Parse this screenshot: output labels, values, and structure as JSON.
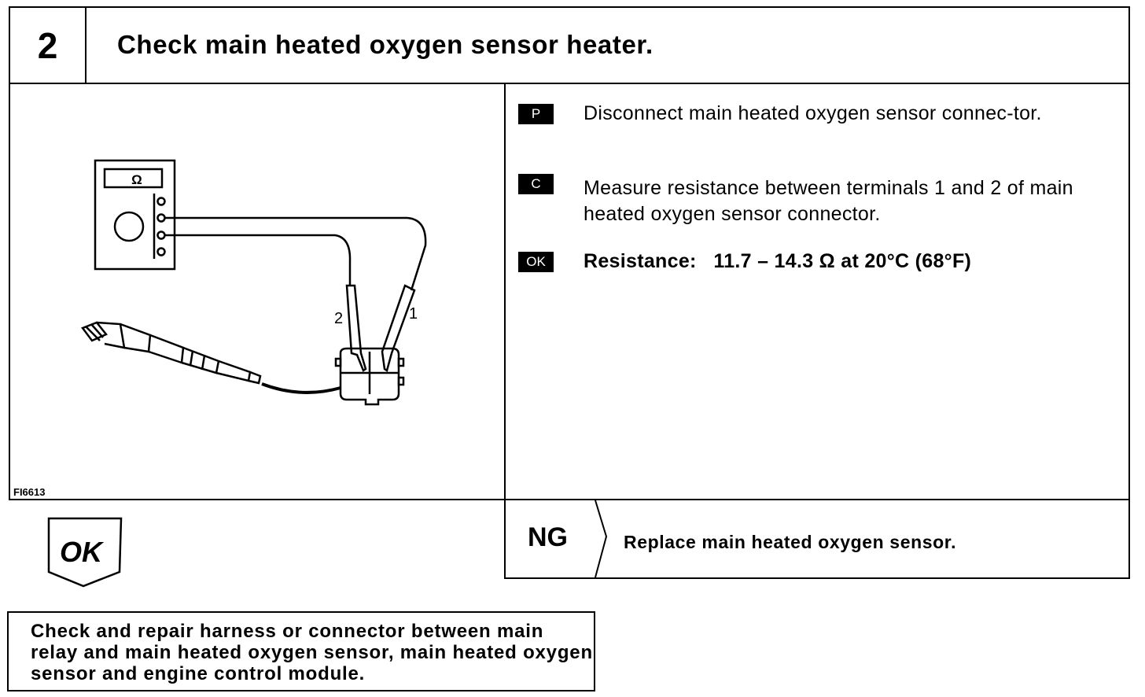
{
  "header": {
    "step_number": "2",
    "title": "Check main heated oxygen sensor heater."
  },
  "illustration": {
    "meter_symbol": "Ω",
    "probe_label_1": "1",
    "probe_label_2": "2",
    "figure_id": "FI6613"
  },
  "instructions": [
    {
      "badge": "P",
      "text": "Disconnect main heated oxygen sensor connec-tor."
    },
    {
      "badge": "C",
      "text": "Measure resistance between terminals 1 and 2 of main heated oxygen sensor connector."
    },
    {
      "badge": "OK",
      "text": "Resistance:   11.7 – 14.3 Ω at 20°C (68°F)"
    }
  ],
  "ng": {
    "label": "NG",
    "action": "Replace main heated oxygen sensor."
  },
  "ok": {
    "label": "OK",
    "action": "Check and repair harness or connector between main relay and main heated oxygen sensor, main heated oxygen sensor and engine control module."
  }
}
